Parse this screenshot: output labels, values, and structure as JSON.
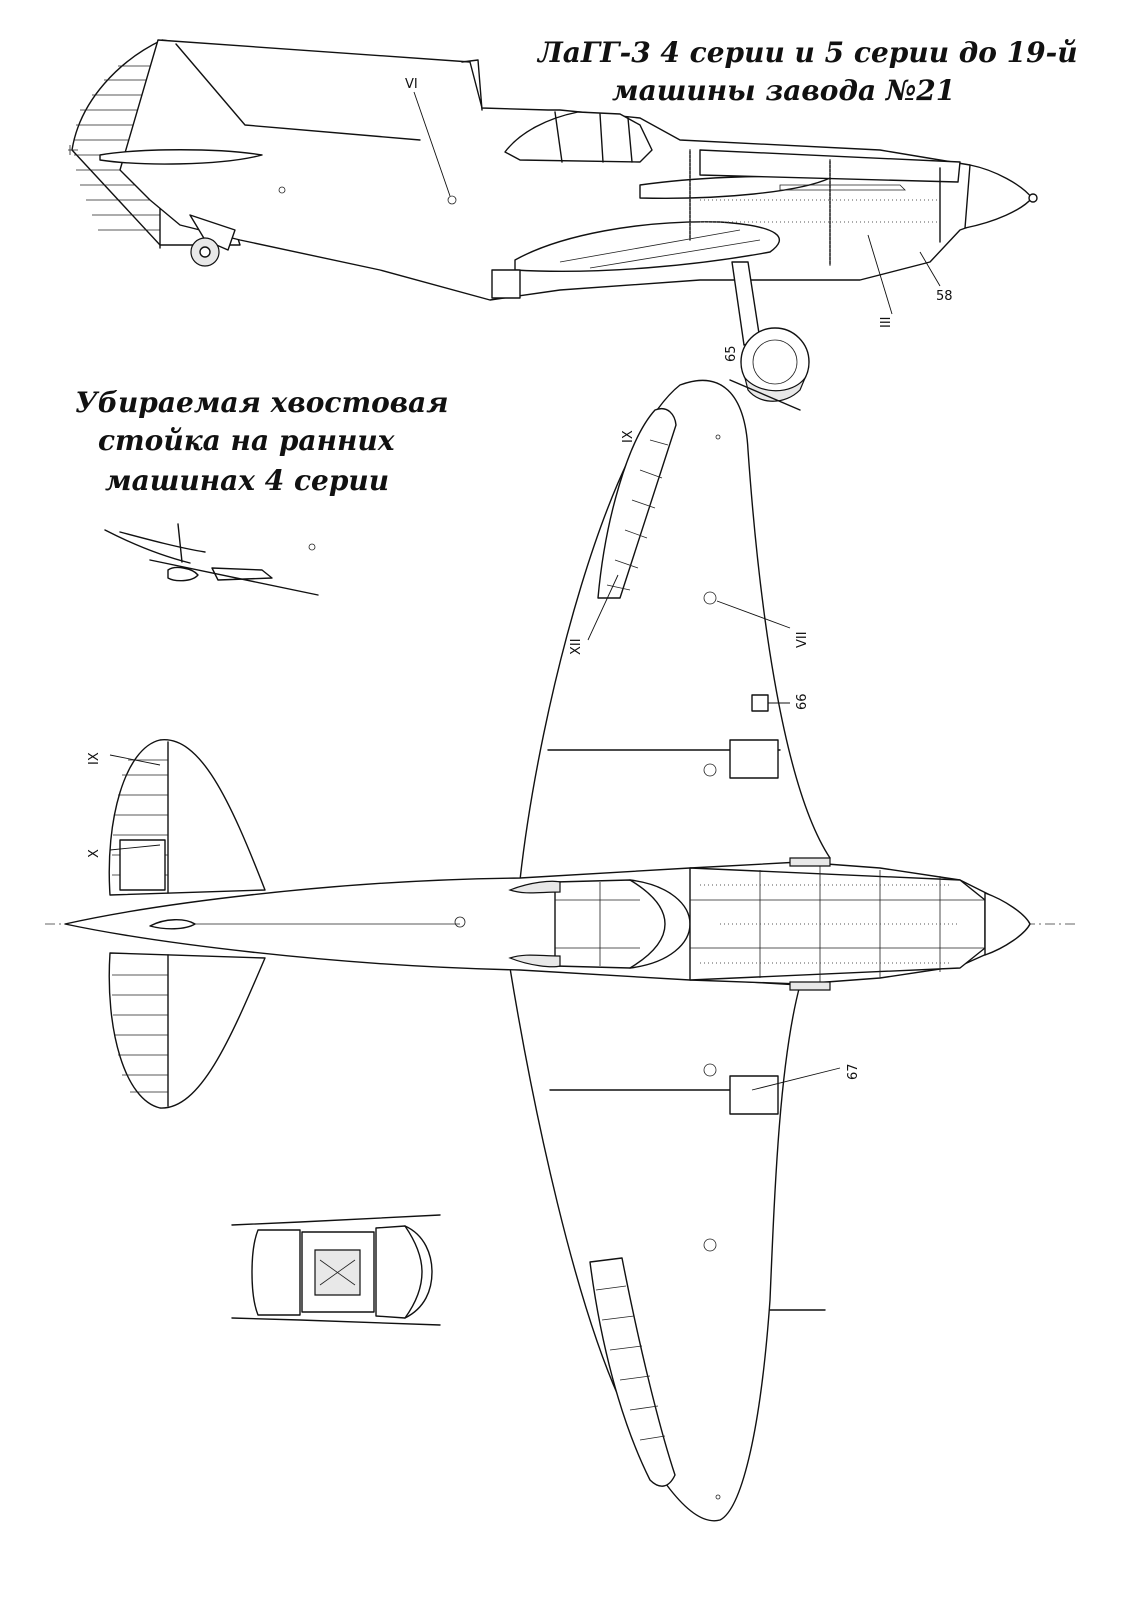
{
  "title": {
    "line1": "ЛаГГ-3  4 серии и 5 серии до 19-й",
    "line2": "машины завода №21"
  },
  "inset_caption": {
    "line1": "Убираемая хвостовая",
    "line2": "стойка на ранних",
    "line3": "машинах 4 серии"
  },
  "callouts": {
    "vi": "VI",
    "iii": "III",
    "n58": "58",
    "n65": "65",
    "ix_top": "IX",
    "xii": "XII",
    "vii": "VII",
    "n66": "66",
    "ix_tail": "IX",
    "x": "X",
    "n67": "67"
  }
}
